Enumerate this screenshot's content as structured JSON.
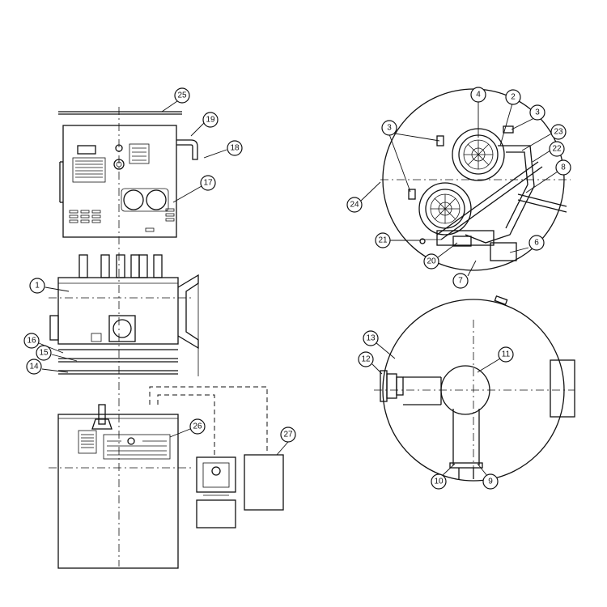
{
  "callouts": [
    "25",
    "19",
    "18",
    "17",
    "1",
    "16",
    "15",
    "14",
    "26",
    "27",
    "4",
    "2",
    "3",
    "3",
    "23",
    "22",
    "8",
    "24",
    "21",
    "20",
    "7",
    "6",
    "13",
    "12",
    "11",
    "10",
    "9"
  ]
}
